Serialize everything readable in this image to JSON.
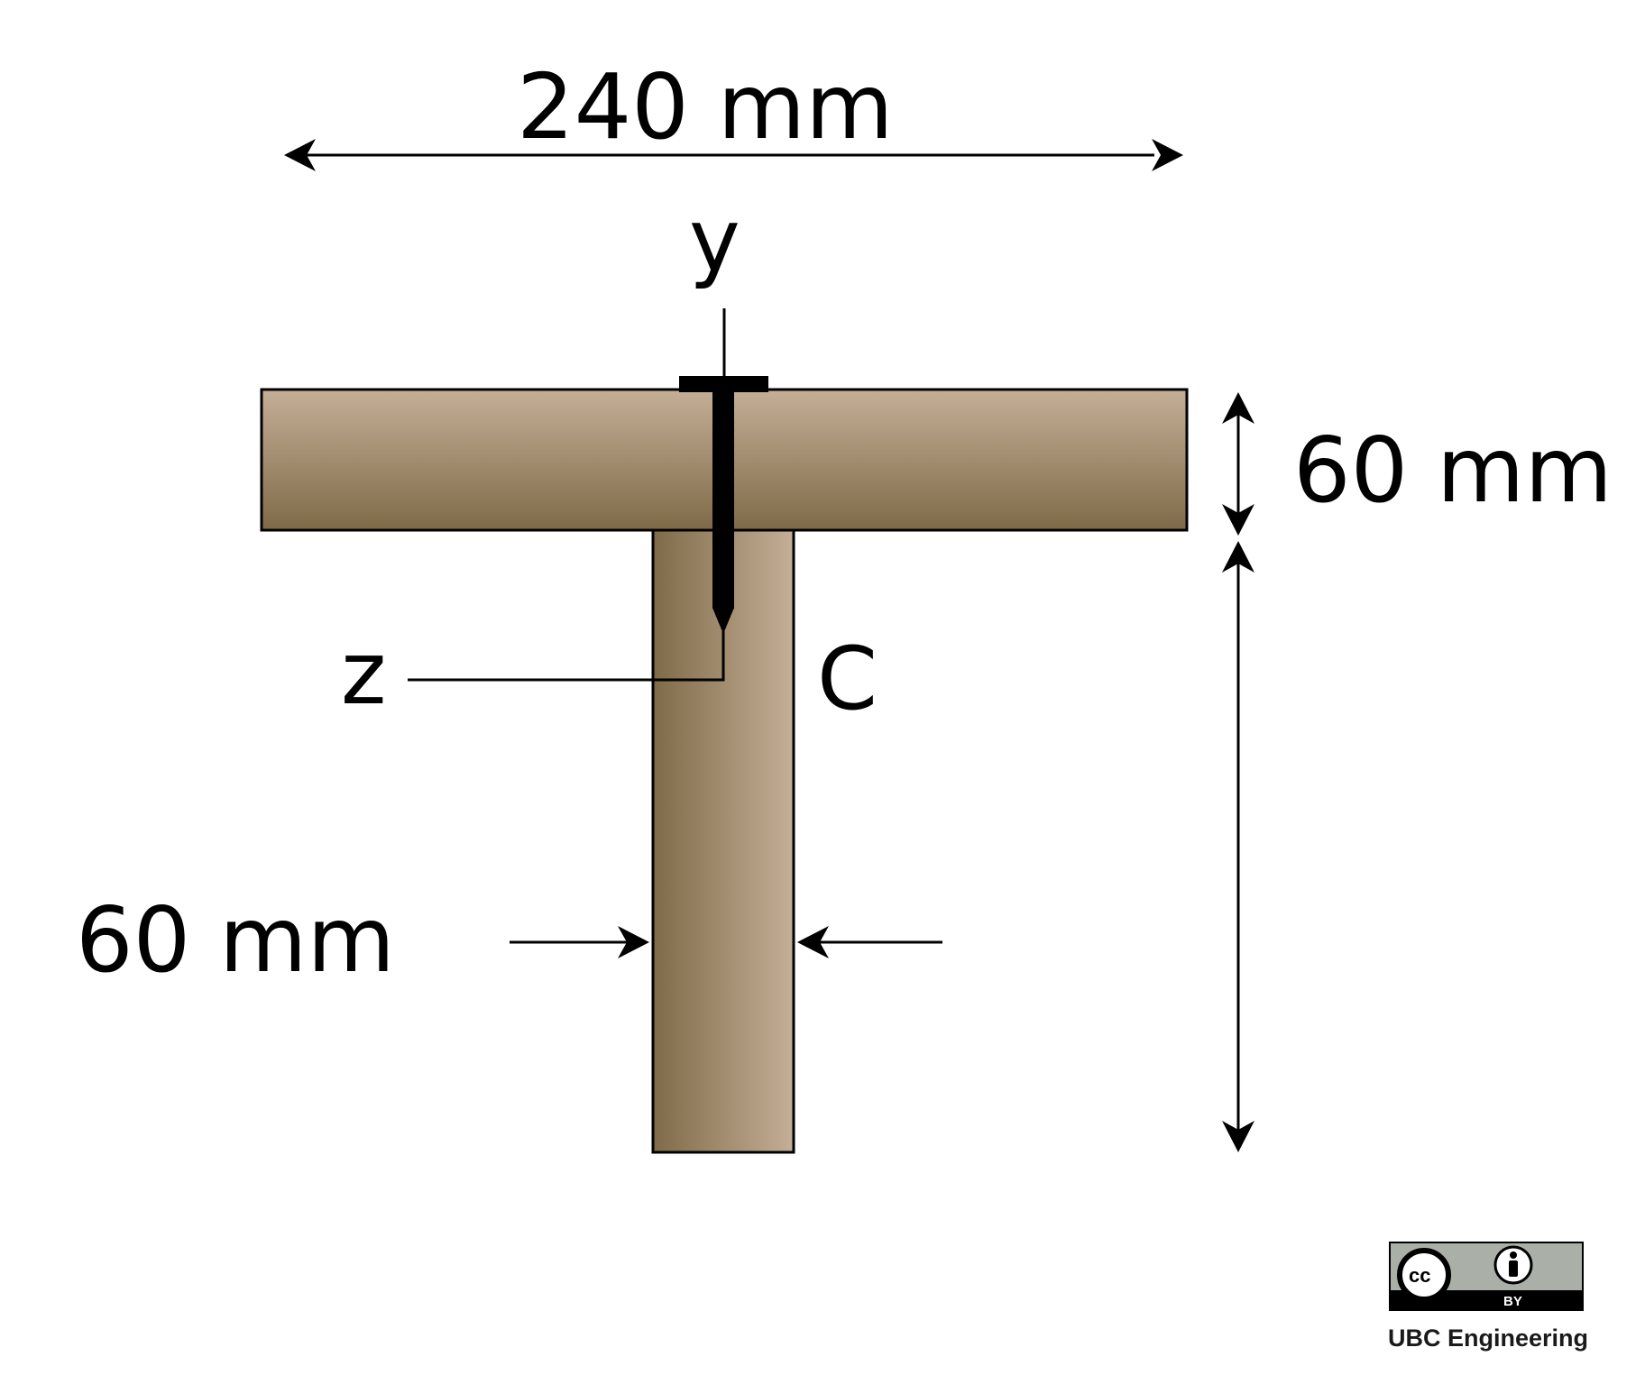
{
  "dimensions": {
    "flange_width": "240 mm",
    "flange_thickness": "60 mm",
    "web_thickness": "60 mm"
  },
  "axes": {
    "y_label": "y",
    "z_label": "z",
    "centroid_label": "C"
  },
  "license": {
    "cc_label": "cc",
    "by_label": "BY",
    "credit": "UBC Engineering"
  },
  "colors": {
    "wood_light": "#c4af97",
    "wood_dark": "#7f6a48",
    "outline": "#000000"
  }
}
